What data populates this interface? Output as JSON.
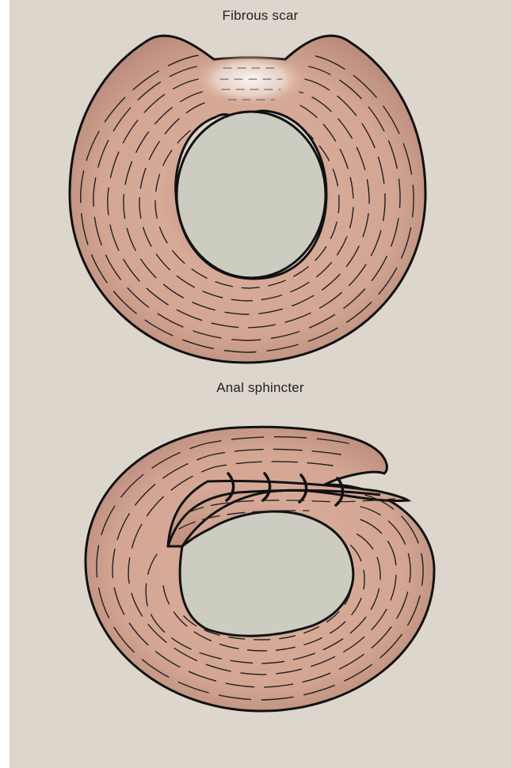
{
  "labels": {
    "top": "Fibrous scar",
    "bottom": "Anal sphincter"
  },
  "colors": {
    "background": "#dcd6cc",
    "muscle": "#d3a693",
    "muscle_dark": "#a9786a",
    "lumen": "#ccccc0",
    "scar": "#f3ebe4",
    "outline": "#111111"
  },
  "diagrams": [
    {
      "name": "sphincter-with-fibrous-scar"
    },
    {
      "name": "overlapping-sphincter-repair",
      "sutures": 4
    }
  ]
}
